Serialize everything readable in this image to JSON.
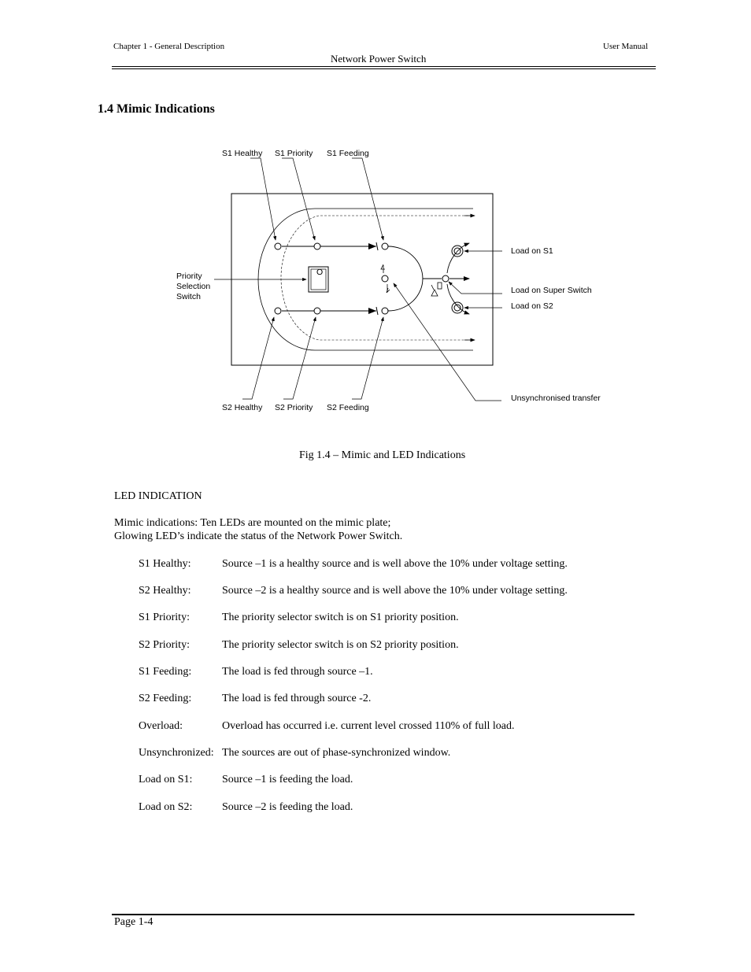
{
  "header": {
    "left": "Chapter 1 - General Description",
    "right": "User Manual",
    "center": "Network Power Switch"
  },
  "section": {
    "title": "1.4 Mimic Indications"
  },
  "figure": {
    "labels": {
      "s1_healthy": "S1 Healthy",
      "s1_priority": "S1 Priority",
      "s1_feeding": "S1 Feeding",
      "s2_healthy": "S2 Healthy",
      "s2_priority": "S2 Priority",
      "s2_feeding": "S2 Feeding",
      "priority_line1": "Priority",
      "priority_line2": "Selection",
      "priority_line3": "Switch",
      "load_on_s1": "Load on S1",
      "load_on_super_switch": "Load on Super Switch",
      "load_on_s2": "Load on S2",
      "unsynchronised_transfer": "Unsynchronised transfer",
      "switch_mark": "O"
    },
    "caption": "Fig 1.4 – Mimic and LED Indications"
  },
  "body": {
    "led_heading": "LED INDICATION",
    "intro_line1": "Mimic indications:  Ten LEDs are mounted on the mimic plate;",
    "intro_line2": "Glowing LED’s indicate the status of the Network Power Switch."
  },
  "led_list": [
    {
      "term": "S1 Healthy:",
      "definition": "Source –1 is a healthy source and is well above the 10% under voltage setting."
    },
    {
      "term": "S2 Healthy:",
      "definition": "Source –2 is a healthy source and is well above the 10% under voltage setting."
    },
    {
      "term": "S1 Priority:",
      "definition": "The priority selector switch is on S1 priority position."
    },
    {
      "term": "S2 Priority:",
      "definition": "The priority selector switch is on S2 priority position."
    },
    {
      "term": "S1 Feeding:",
      "definition": "The load is fed through source –1."
    },
    {
      "term": "S2 Feeding:",
      "definition": "The load is fed through source -2."
    },
    {
      "term": "Overload:",
      "definition": "Overload has occurred i.e. current level crossed 110% of full load."
    },
    {
      "term": "Unsynchronized:",
      "definition": "The sources are out of phase-synchronized window."
    },
    {
      "term": "Load on S1:",
      "definition": "Source –1 is feeding the load."
    },
    {
      "term": "Load on S2:",
      "definition": "Source –2 is feeding the load."
    }
  ],
  "footer": {
    "page": "Page 1-4"
  }
}
